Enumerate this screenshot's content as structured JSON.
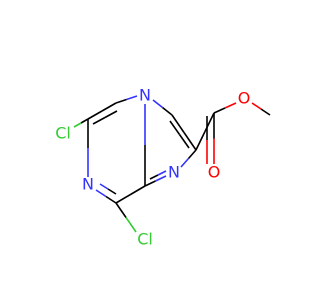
{
  "molecule": {
    "atoms": {
      "cl_upper": "Cl",
      "cl_lower": "Cl",
      "n_ring6": "N",
      "n_bridge": "N",
      "n_ring5": "N",
      "o_carbonyl": "O",
      "o_ester": "O"
    },
    "colors": {
      "carbon_bond": "#000000",
      "chlorine": "#33CC33",
      "nitrogen": "#3333FF",
      "oxygen": "#FF0000"
    }
  }
}
